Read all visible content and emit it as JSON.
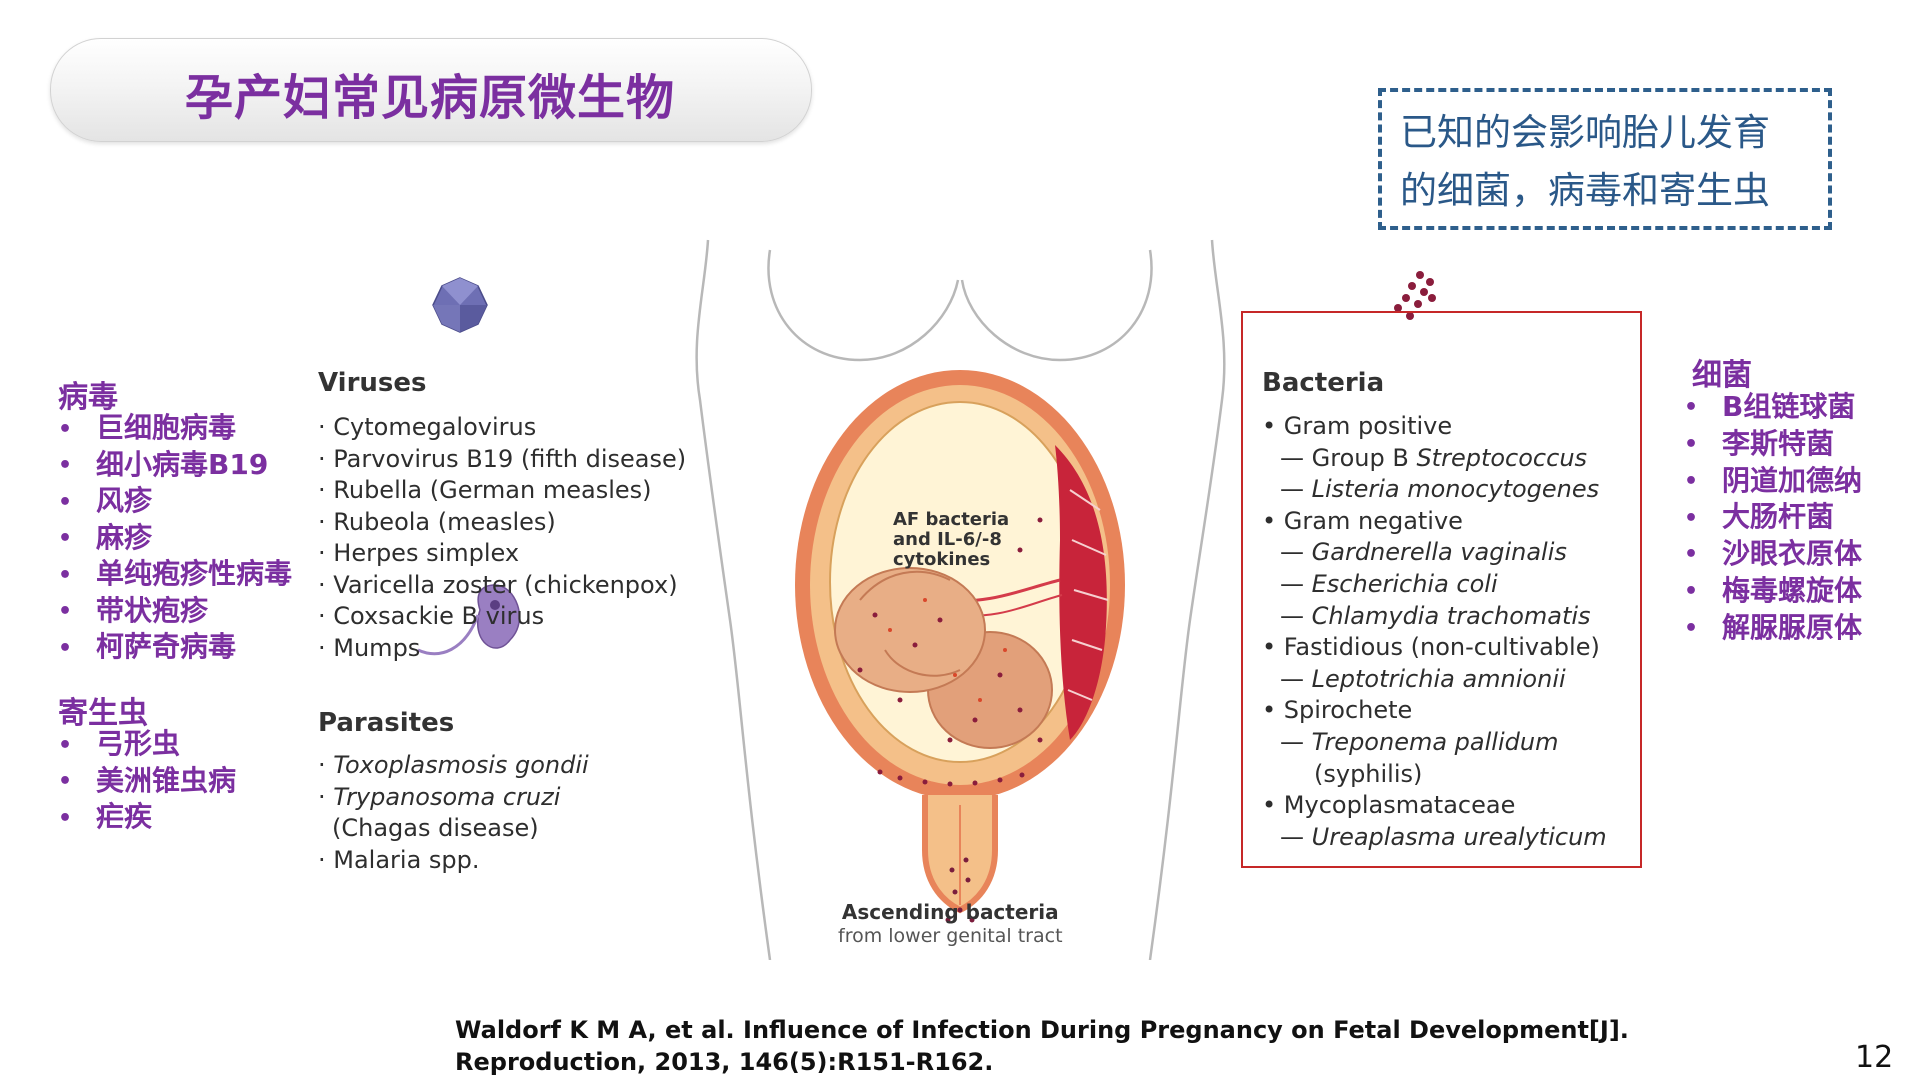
{
  "title": "孕产妇常见病原微生物",
  "note": {
    "line1": "已知的会影响胎儿发育",
    "line2": "的细菌，病毒和寄生虫"
  },
  "left_panel": {
    "virus_heading": "病毒",
    "virus_items": [
      "巨细胞病毒",
      "细小病毒B19",
      "风疹",
      "麻疹",
      "单纯疱疹性病毒",
      "带状疱疹",
      "柯萨奇病毒"
    ],
    "parasite_heading": "寄生虫",
    "parasite_items": [
      "弓形虫",
      "美洲锥虫病",
      "疟疾"
    ]
  },
  "right_panel": {
    "bacteria_heading": "细菌",
    "bacteria_items": [
      "B组链球菌",
      "李斯特菌",
      "阴道加德纳",
      "大肠杆菌",
      "沙眼衣原体",
      "梅毒螺旋体",
      "解脲脲原体"
    ]
  },
  "illustration": {
    "viruses_title": "Viruses",
    "viruses": [
      "Cytomegalovirus",
      "Parvovirus B19 (fifth disease)",
      "Rubella (German measles)",
      "Rubeola (measles)",
      "Herpes simplex",
      "Varicella zoster (chickenpox)",
      "Coxsackie B virus",
      "Mumps"
    ],
    "parasites_title": "Parasites",
    "parasites": [
      "Toxoplasmosis gondii",
      "Trypanosoma cruzi",
      "(Chagas disease)",
      "Malaria spp."
    ],
    "bacteria_title": "Bacteria",
    "bacteria": [
      "Gram positive",
      "Group B ",
      "Streptococcus",
      "Listeria monocytogenes",
      "Gram negative",
      "Gardnerella vaginalis",
      "Escherichia coli",
      "Chlamydia trachomatis",
      "Fastidious (non-cultivable)",
      "Leptotrichia amnionii",
      "Spirochete",
      "Treponema pallidum",
      "(syphilis)",
      "Mycoplasmataceae",
      "Ureaplasma urealyticum"
    ],
    "af_label": [
      "AF bacteria",
      "and IL-6/-8",
      "cytokines"
    ],
    "ascending_label": [
      "Ascending bacteria",
      "from lower genital tract"
    ]
  },
  "citation": {
    "line1": "Waldorf K M A, et al. Influence of Infection During Pregnancy on Fetal Development[J].",
    "line2": "Reproduction, 2013, 146(5):R151-R162."
  },
  "page_number": "12",
  "colors": {
    "title_purple": "#7b2fa0",
    "note_blue": "#2a5888",
    "bacteria_box_red": "#c62828",
    "uterus_orange": "#e8845a"
  },
  "icons": [
    "virus-icon",
    "bacteria-cluster-icon",
    "parasite-icon"
  ]
}
